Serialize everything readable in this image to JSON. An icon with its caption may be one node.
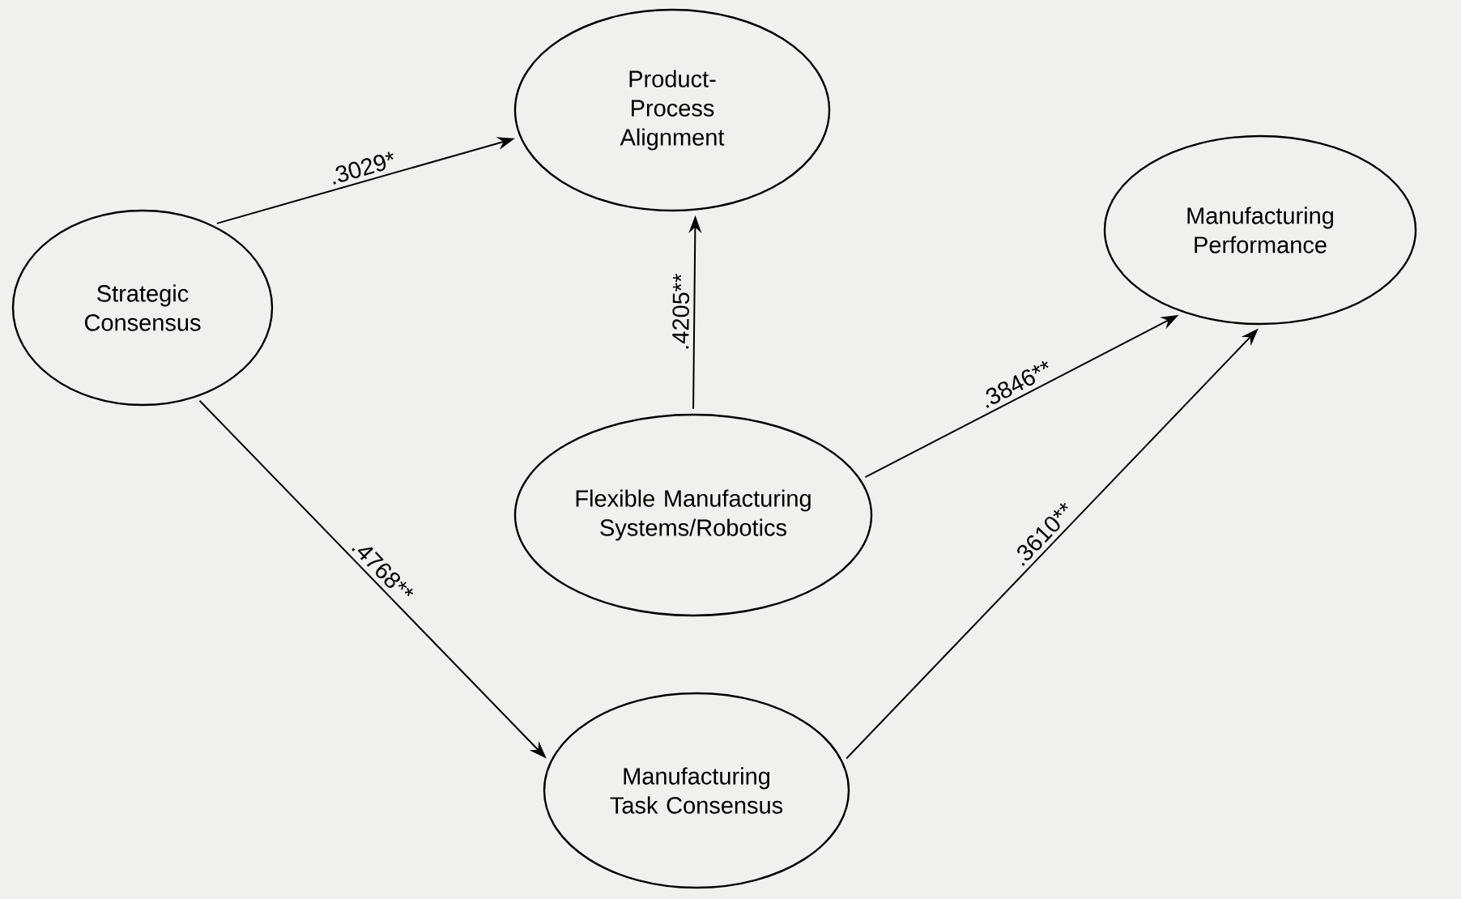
{
  "diagram": {
    "nodes": [
      {
        "text": [
          "Strategic Consensus"
        ]
      },
      {
        "text": [
          "Product- Process Alignment"
        ]
      },
      {
        "text": [
          "Manufacturing Performance"
        ]
      },
      {
        "text": [
          "Flexible Manufacturing Systems/Robotics"
        ]
      },
      {
        "text": [
          "Manufacturing Task Consensus"
        ]
      }
    ],
    "edges": [
      {
        "from": 0,
        "to": 1,
        "arrow": "to",
        "label": ".3029*"
      },
      {
        "from": 3,
        "to": 1,
        "arrow": "to",
        "label": ".4205**"
      },
      {
        "from": 3,
        "to": 2,
        "arrow": "to",
        "label": ".3846**"
      },
      {
        "from": 0,
        "to": 4,
        "arrow": "to",
        "label": ".4768**"
      },
      {
        "from": 4,
        "to": 2,
        "arrow": "to",
        "label": ".3610**"
      }
    ]
  }
}
